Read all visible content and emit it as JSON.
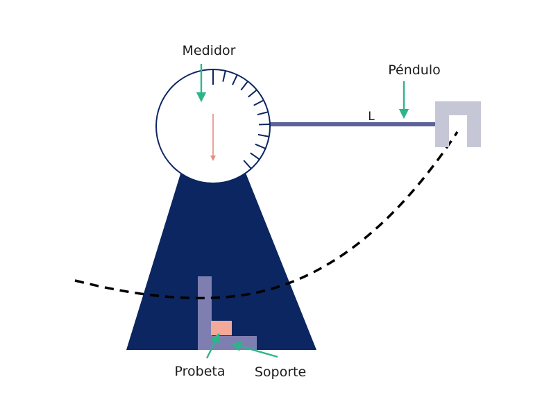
{
  "labels": {
    "medidor": "Medidor",
    "pendulo": "Péndulo",
    "length": "L",
    "probeta": "Probeta",
    "soporte": "Soporte"
  },
  "colors": {
    "base": "#0b2660",
    "dial_stroke": "#0b2660",
    "arm": "#5d6398",
    "pendulum_head": "#c6c7d6",
    "support": "#7e7fb0",
    "specimen": "#f2a999",
    "needle": "#e88b80",
    "arrow": "#2bb58b",
    "swing_path": "#000000"
  }
}
